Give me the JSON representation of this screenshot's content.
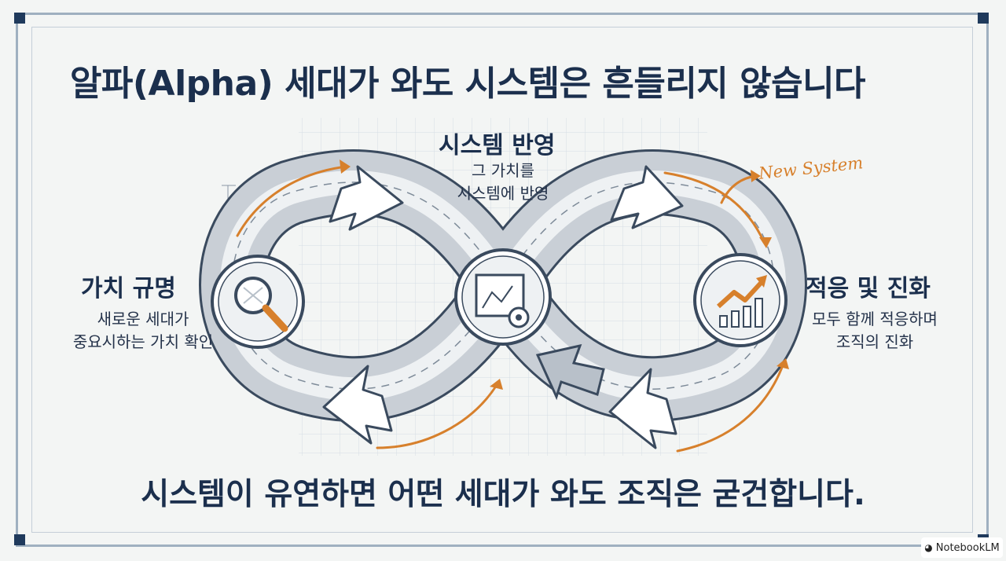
{
  "title": "알파(Alpha) 세대가 와도 시스템은 흔들리지 않습니다",
  "footer": "시스템이 유연하면 어떤 세대가 와도 조직은 굳건합니다.",
  "stages": {
    "left": {
      "heading": "가치 규명",
      "line1": "새로운 세대가",
      "line2": "중요시하는 가치 확인",
      "icon": "magnifier-icon"
    },
    "center": {
      "heading": "시스템 반영",
      "line1": "그 가치를",
      "line2": "시스템에 반영",
      "icon": "blueprint-gear-icon"
    },
    "right": {
      "heading": "적응 및 진화",
      "line1": "모두 함께 적응하며",
      "line2": "조직의 진화",
      "icon": "growth-chart-icon"
    }
  },
  "annotation": "New System",
  "watermark": "NotebookLM",
  "colors": {
    "navy": "#1b2f4d",
    "orange": "#d7802c",
    "loop": "#c9cfd6",
    "frame": "#9fb0c0"
  }
}
